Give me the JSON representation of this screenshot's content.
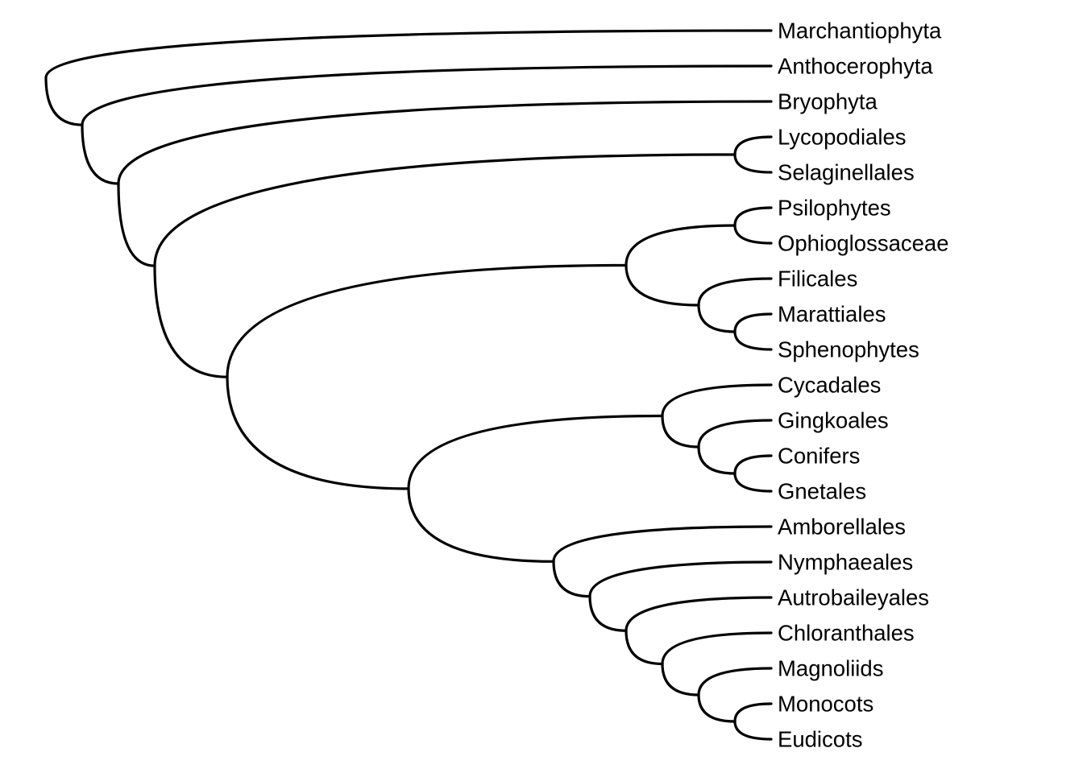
{
  "chart_data": {
    "type": "phylogenetic-tree",
    "title": "",
    "tips": [
      "Marchantiophyta",
      "Anthocerophyta",
      "Bryophyta",
      "Lycopodiales",
      "Selaginellales",
      "Psilophytes",
      "Ophioglossaceae",
      "Filicales",
      "Marattiales",
      "Sphenophytes",
      "Cycadales",
      "Gingkoales",
      "Conifers",
      "Gnetales",
      "Amborellales",
      "Nymphaeales",
      "Autrobaileyales",
      "Chloranthales",
      "Magnoliids",
      "Monocots",
      "Eudicots"
    ],
    "tree": [
      0,
      [
        1,
        [
          2,
          [
            [
              3,
              4
            ],
            [
              [
                [
                  5,
                  6
                ],
                [
                  7,
                  [
                    8,
                    9
                  ]
                ]
              ],
              [
                [
                  10,
                  [
                    11,
                    [
                      12,
                      13
                    ]
                  ]
                ],
                [
                  14,
                  [
                    15,
                    [
                      16,
                      [
                        17,
                        [
                          18,
                          [
                            19,
                            20
                          ]
                        ]
                      ]
                    ]
                  ]
                ]
              ]
            ]
          ]
        ]
      ]
    ],
    "colors": {
      "line": "#000000",
      "text": "#000000"
    }
  }
}
